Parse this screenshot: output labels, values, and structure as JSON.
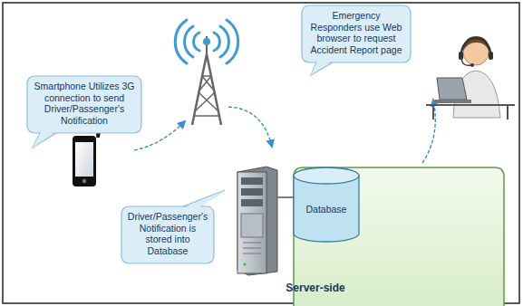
{
  "diagram": {
    "nodes": [
      {
        "text": [
          "Smartphone Utilizes 3G connection to send Driver/Passenger's Notification"
        ]
      },
      {
        "text": [
          "Emergency Responders use Web browser to request Accident Report page"
        ]
      },
      {
        "text": [
          "Server-side"
        ]
      },
      {
        "text": [
          "Database"
        ],
        "in": 2
      },
      {
        "text": [
          "Driver/Passenger's Notification is stored into Database"
        ]
      }
    ]
  }
}
